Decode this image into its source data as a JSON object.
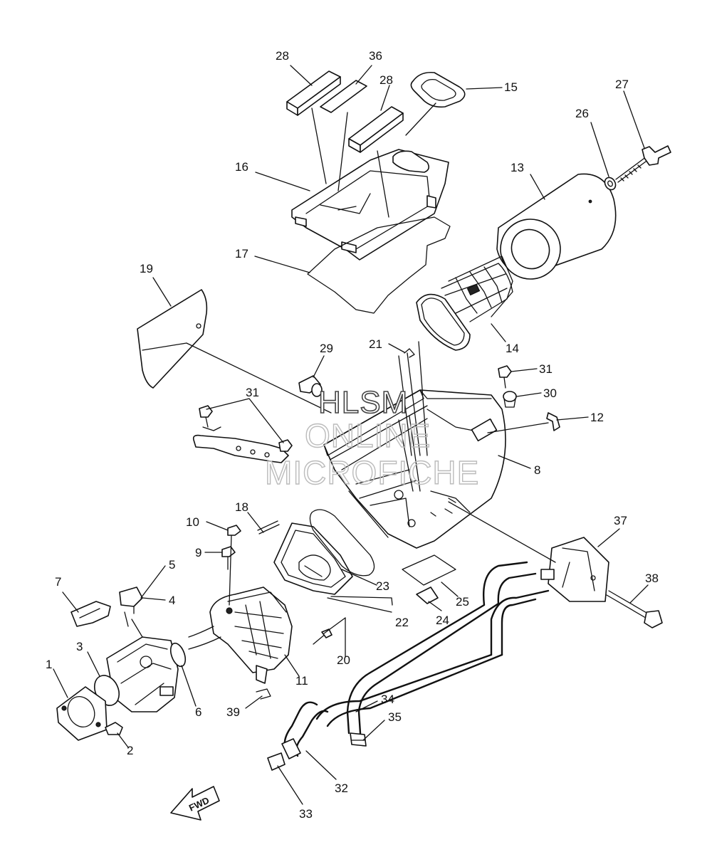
{
  "watermark": {
    "line1": "HLSM",
    "line2": "ONLINE",
    "line3": "MICROFICHE"
  },
  "direction_marker": "FWD",
  "callouts": [
    "1",
    "2",
    "3",
    "4",
    "5",
    "6",
    "7",
    "8",
    "9",
    "10",
    "11",
    "12",
    "13",
    "14",
    "15",
    "16",
    "17",
    "18",
    "19",
    "20",
    "21",
    "22",
    "23",
    "24",
    "25",
    "26",
    "27",
    "28",
    "28",
    "29",
    "30",
    "31",
    "31",
    "32",
    "33",
    "34",
    "35",
    "36",
    "37",
    "38",
    "39"
  ]
}
